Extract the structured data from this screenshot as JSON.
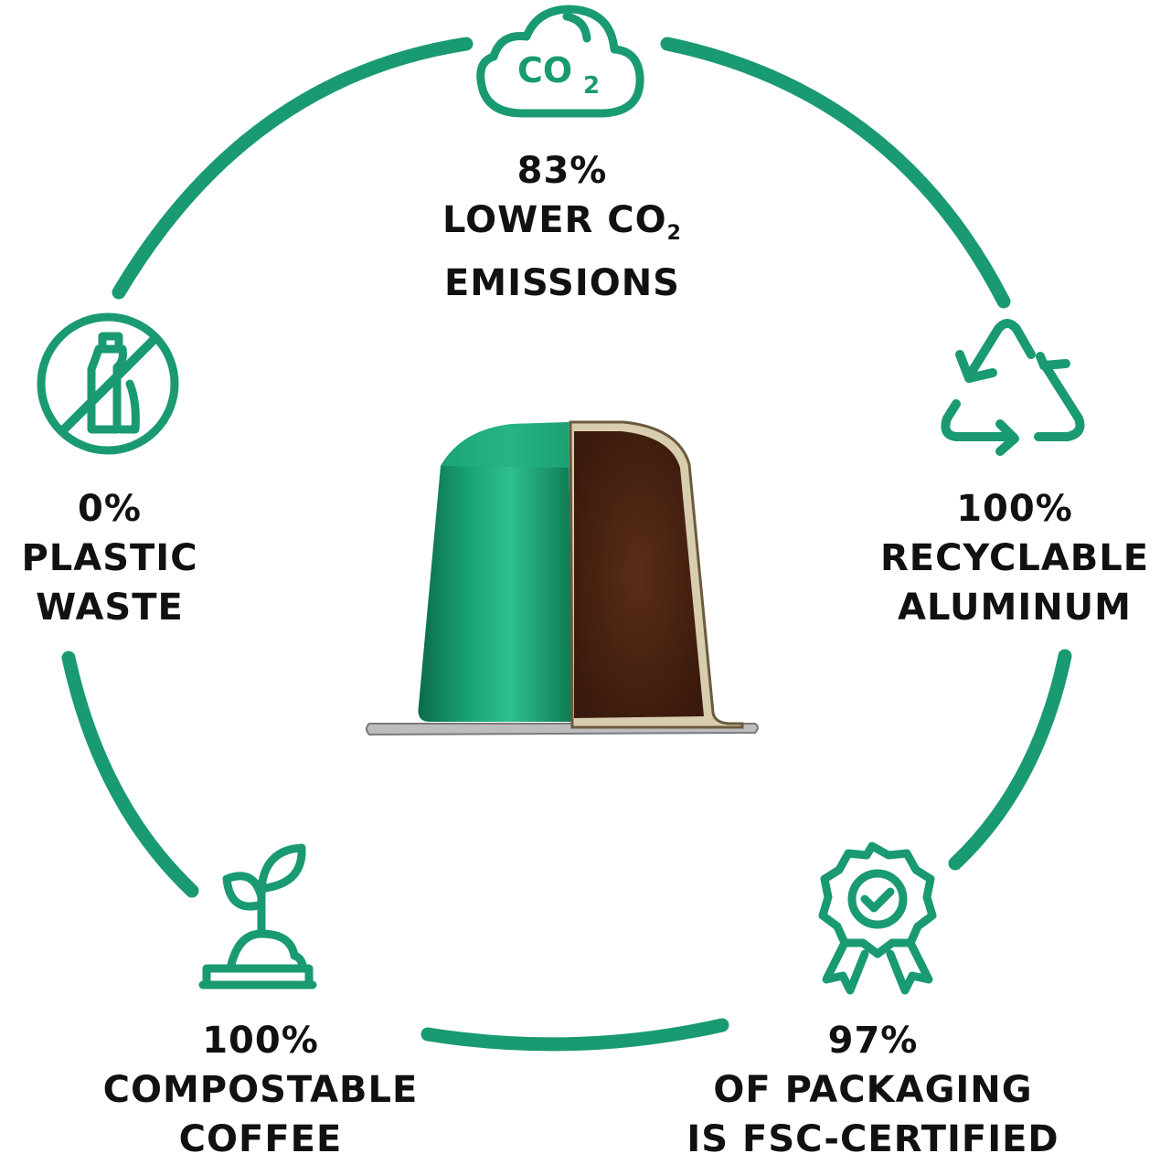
{
  "colors": {
    "accent": "#1a9a72",
    "text": "#111111",
    "capsule_green": "#138a5e",
    "coffee": "#4a2414"
  },
  "icons": {
    "co2": "co2-cloud-icon",
    "plastic": "no-plastic-bottle-icon",
    "recycle": "recycle-arrows-icon",
    "compost": "sprout-soil-icon",
    "certified": "award-ribbon-check-icon"
  },
  "benefits": {
    "co2": {
      "value": "83%",
      "line1": "LOWER CO",
      "line1_sub": "2",
      "line2": "EMISSIONS",
      "icon_text": "CO",
      "icon_sub": "2"
    },
    "plastic": {
      "value": "0%",
      "line1": "PLASTIC",
      "line2": "WASTE"
    },
    "recycle": {
      "value": "100%",
      "line1": "RECYCLABLE",
      "line2": "ALUMINUM"
    },
    "compost": {
      "value": "100%",
      "line1": "COMPOSTABLE",
      "line2": "COFFEE"
    },
    "fsc": {
      "value": "97%",
      "line1": "OF PACKAGING",
      "line2": "IS FSC-CERTIFIED"
    }
  }
}
